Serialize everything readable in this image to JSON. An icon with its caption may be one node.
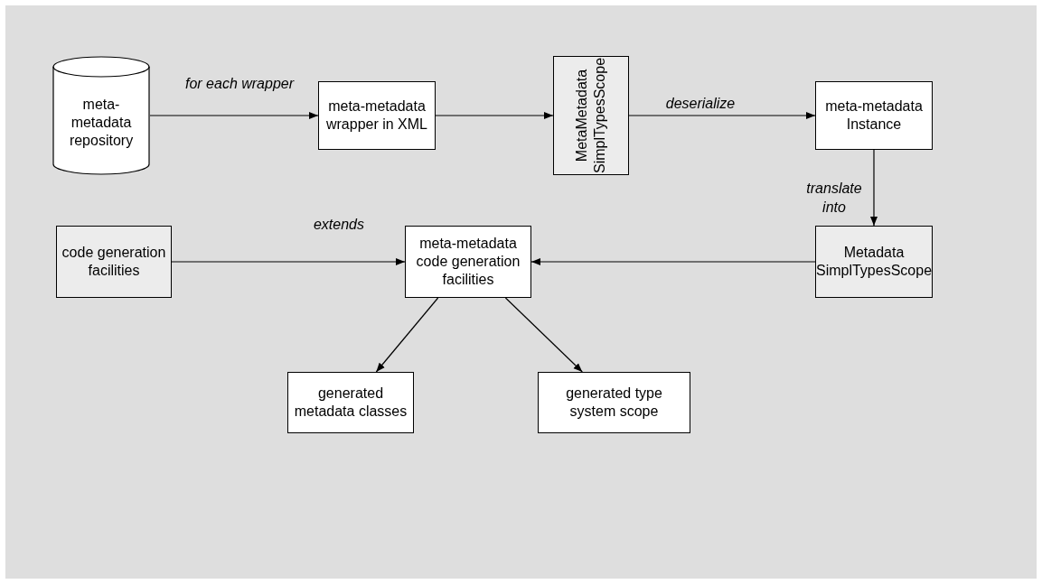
{
  "diagram": {
    "nodes": [
      {
        "text": [
          "meta- metadata repository"
        ]
      },
      {
        "text": [
          "meta-metadata wrapper in XML"
        ]
      },
      {
        "text": [
          "MetaMetadata SimplTypesScope"
        ]
      },
      {
        "text": [
          "meta-metadata Instance"
        ]
      },
      {
        "text": [
          "Metadata SimplTypesScope"
        ]
      },
      {
        "text": [
          "code generation facilities"
        ]
      },
      {
        "text": [
          "meta-metadata code generation facilities"
        ]
      },
      {
        "text": [
          "generated metadata classes"
        ]
      },
      {
        "text": [
          "generated type system scope"
        ]
      }
    ],
    "edges": [
      {
        "from": 0,
        "to": 1,
        "arrow": "to",
        "label": "for each wrapper"
      },
      {
        "from": 1,
        "to": 2,
        "arrow": "to"
      },
      {
        "from": 2,
        "to": 3,
        "arrow": "to",
        "label": "deserialize"
      },
      {
        "from": 3,
        "to": 4,
        "arrow": "to",
        "label": "translate into"
      },
      {
        "from": 5,
        "to": 6,
        "arrow": "to",
        "label": "extends"
      },
      {
        "from": 4,
        "to": 6,
        "arrow": "to"
      },
      {
        "from": 6,
        "to": 7,
        "arrow": "to"
      },
      {
        "from": 6,
        "to": 8,
        "arrow": "to"
      }
    ]
  }
}
